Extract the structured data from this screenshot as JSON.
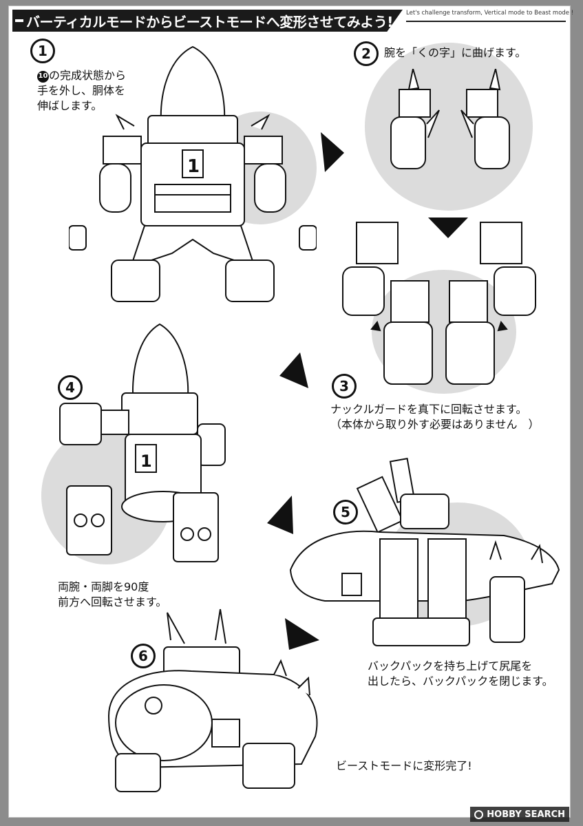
{
  "header": {
    "title": "バーティカルモードからビーストモードへ変形させてみよう!",
    "subtitle_en": "Let's challenge transform, Vertical mode to Beast mode !"
  },
  "steps": [
    {
      "number": "1",
      "badge": "10",
      "lines": [
        "の完成状態から",
        "手を外し、胴体を",
        "伸ばします。"
      ]
    },
    {
      "number": "2",
      "lines": [
        "腕を「くの字」に曲げます。"
      ]
    },
    {
      "number": "3",
      "lines": [
        "ナックルガードを真下に回転させます。",
        "（本体から取り外す必要はありません　）"
      ]
    },
    {
      "number": "4",
      "lines": [
        "両腕・両脚を90度",
        "前方へ回転させます。"
      ]
    },
    {
      "number": "5",
      "lines": [
        "バックパックを持ち上げて尻尾を",
        "出したら、バックパックを閉じます。"
      ]
    },
    {
      "number": "6",
      "lines": [
        "ビーストモードに変形完了!"
      ]
    }
  ],
  "watermark": {
    "text": "HOBBY SEARCH"
  },
  "colors": {
    "ink": "#111111",
    "circle": "#dcdcdc",
    "header": "#1a1a1a",
    "frame": "#8c8c8c"
  }
}
